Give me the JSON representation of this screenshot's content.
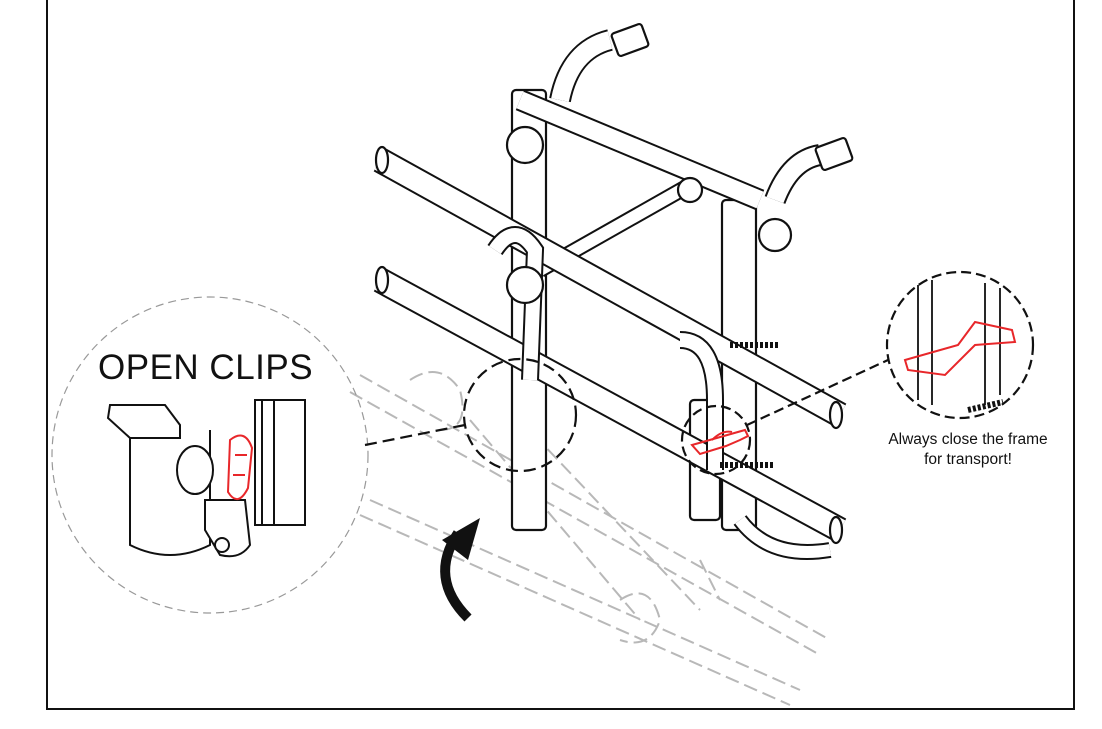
{
  "callouts": {
    "open_clips": "OPEN CLIPS",
    "transport_note_line1": "Always close the frame",
    "transport_note_line2": "for transport!"
  },
  "colors": {
    "line": "#111111",
    "ghost": "#b8b8b8",
    "highlight": "#e8272a"
  }
}
